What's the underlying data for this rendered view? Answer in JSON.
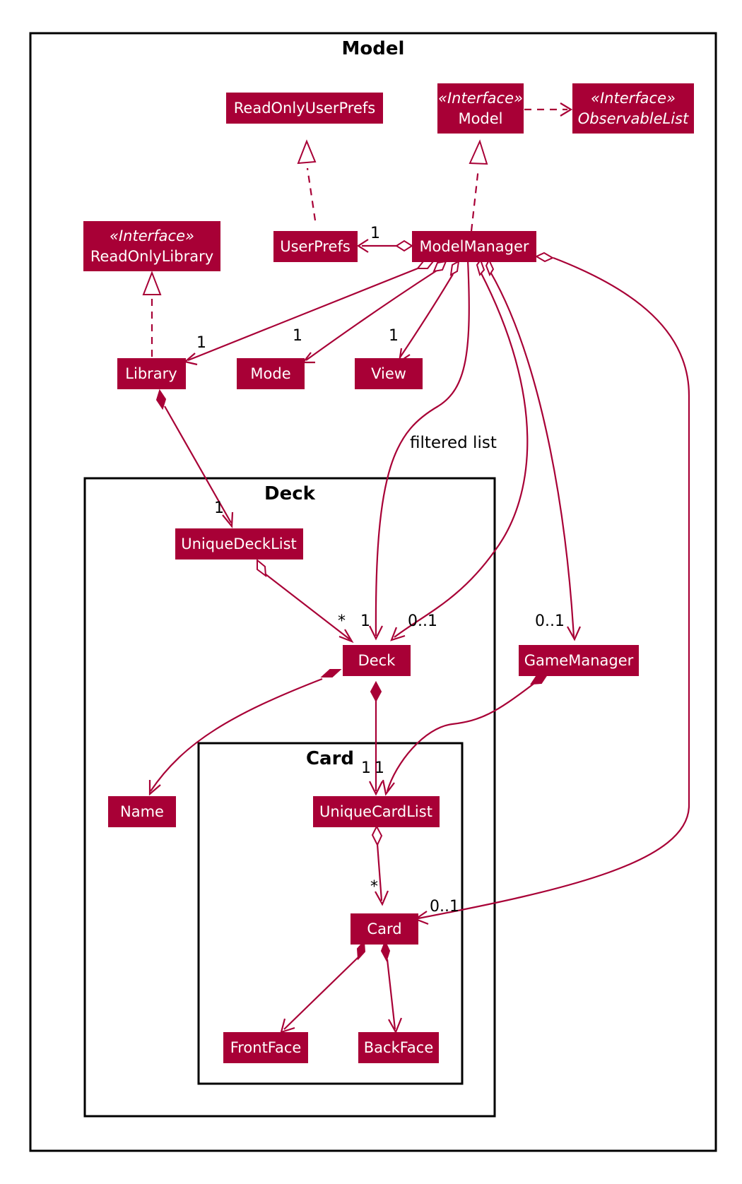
{
  "packages": {
    "model": "Model",
    "deck": "Deck",
    "card": "Card"
  },
  "classes": {
    "read_only_user_prefs": {
      "name": "ReadOnlyUserPrefs"
    },
    "model": {
      "stereotype": "«Interface»",
      "name": "Model"
    },
    "observable_list": {
      "stereotype": "«Interface»",
      "name": "ObservableList"
    },
    "read_only_library": {
      "stereotype": "«Interface»",
      "name": "ReadOnlyLibrary"
    },
    "user_prefs": {
      "name": "UserPrefs"
    },
    "model_manager": {
      "name": "ModelManager"
    },
    "library": {
      "name": "Library"
    },
    "mode": {
      "name": "Mode"
    },
    "view": {
      "name": "View"
    },
    "unique_deck_list": {
      "name": "UniqueDeckList"
    },
    "deck": {
      "name": "Deck"
    },
    "game_manager": {
      "name": "GameManager"
    },
    "name": {
      "name": "Name"
    },
    "unique_card_list": {
      "name": "UniqueCardList"
    },
    "card": {
      "name": "Card"
    },
    "front_face": {
      "name": "FrontFace"
    },
    "back_face": {
      "name": "BackFace"
    }
  },
  "edge_labels": {
    "filtered_list": "filtered list"
  },
  "multiplicities": {
    "user_prefs": "1",
    "library": "1",
    "mode": "1",
    "view": "1",
    "unique_deck_list": "1",
    "deck_from_list": "*",
    "deck_filtered": "1",
    "deck_current": "0..1",
    "game_manager": "0..1",
    "card_list_from_deck": "1",
    "card_list_from_game": "1",
    "card_from_list": "*",
    "card_from_manager": "0..1"
  },
  "colors": {
    "class_fill": "#A80036",
    "class_text": "#ffffff",
    "edge": "#A80036",
    "frame": "#000000"
  }
}
